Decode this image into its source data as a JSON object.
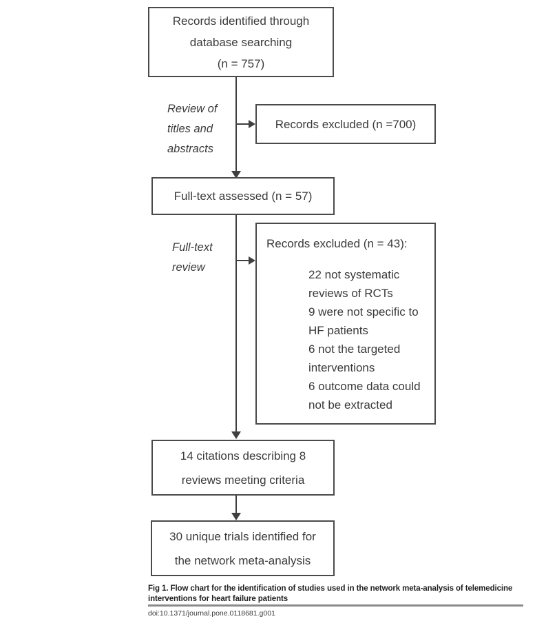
{
  "figure": {
    "flow": {
      "records_identified": {
        "lines": [
          "Records identified through",
          "database searching",
          "(n = 757)"
        ]
      },
      "stage_label_titles": {
        "lines": [
          "Review of",
          "titles and",
          "abstracts"
        ]
      },
      "records_excluded_titles": {
        "text": "Records excluded (n =700)"
      },
      "fulltext_assessed": {
        "text": "Full-text assessed (n = 57)"
      },
      "stage_label_fulltext": {
        "lines": [
          "Full-text",
          "review"
        ]
      },
      "records_excluded_fulltext": {
        "header": "Records excluded (n = 43):",
        "items": [
          "22 not systematic reviews of RCTs",
          "9 were not specific to HF patients",
          "6 not the targeted interventions",
          "6 outcome data could not be extracted"
        ]
      },
      "citations_meeting_criteria": {
        "lines": [
          "14 citations describing 8",
          "reviews meeting criteria"
        ]
      },
      "unique_trials": {
        "lines": [
          "30 unique trials identified for",
          "the network meta-analysis"
        ]
      }
    },
    "caption": {
      "title_lines": [
        "Fig 1. Flow chart for the identification of studies used in the network meta-analysis of telemedicine",
        "interventions for heart failure patients"
      ],
      "doi": "doi:10.1371/journal.pone.0118681.g001"
    },
    "colors": {
      "box_border": "#4a4a4a",
      "line": "#3f3f3f",
      "text": "#3a3a3a",
      "divider": "#8a8a8a",
      "background": "#ffffff"
    }
  }
}
